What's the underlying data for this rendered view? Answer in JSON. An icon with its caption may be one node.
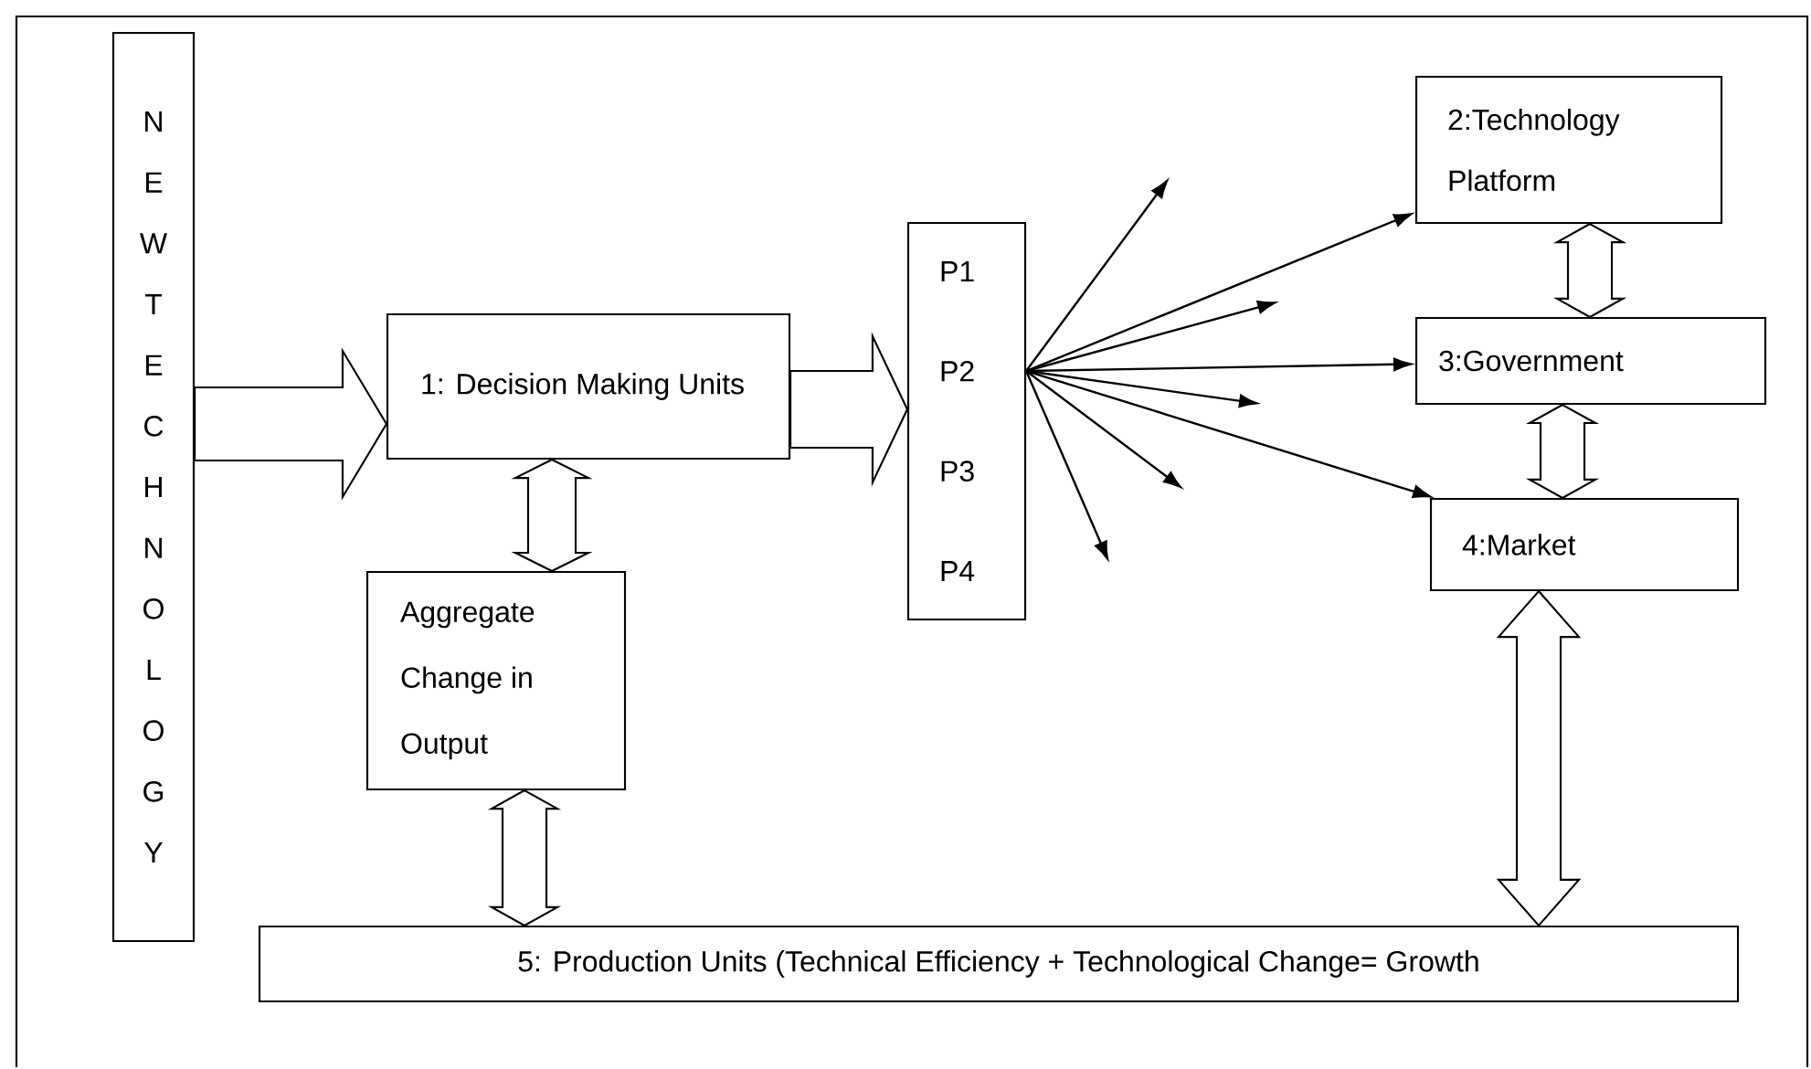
{
  "diagram": {
    "nodes": [
      {
        "text": [
          "NEW TECHNOLOGY"
        ]
      },
      {
        "text": [
          "1: Decision Making Units"
        ]
      },
      {
        "text": [
          "P1",
          "P2",
          "P3",
          "P4"
        ]
      },
      {
        "text": [
          "2:Technology Platform"
        ]
      },
      {
        "text": [
          "3:Government"
        ]
      },
      {
        "text": [
          "4:Market"
        ]
      },
      {
        "text": [
          "Aggregate Change in Output"
        ]
      },
      {
        "text": [
          "5: Production Units (Technical Efficiency + Technological Change= Growth"
        ]
      }
    ],
    "edges": [
      {
        "from": 0,
        "to": 1,
        "arrow": "to",
        "style": "thick"
      },
      {
        "from": 1,
        "to": 2,
        "arrow": "to",
        "style": "thick"
      },
      {
        "from": 1,
        "to": 6,
        "arrow": "both",
        "style": "thick"
      },
      {
        "from": 6,
        "to": 7,
        "arrow": "both",
        "style": "thick"
      },
      {
        "from": 3,
        "to": 4,
        "arrow": "both",
        "style": "thick"
      },
      {
        "from": 4,
        "to": 5,
        "arrow": "both",
        "style": "thick"
      },
      {
        "from": 5,
        "to": 7,
        "arrow": "both",
        "style": "thick"
      },
      {
        "from": 2,
        "to": null,
        "arrow": "to"
      },
      {
        "from": 2,
        "to": 3,
        "arrow": "to"
      },
      {
        "from": 2,
        "to": null,
        "arrow": "to"
      },
      {
        "from": 2,
        "to": 4,
        "arrow": "to"
      },
      {
        "from": 2,
        "to": null,
        "arrow": "to"
      },
      {
        "from": 2,
        "to": 5,
        "arrow": "to"
      },
      {
        "from": 2,
        "to": null,
        "arrow": "to"
      },
      {
        "from": 2,
        "to": null,
        "arrow": "to"
      }
    ]
  }
}
